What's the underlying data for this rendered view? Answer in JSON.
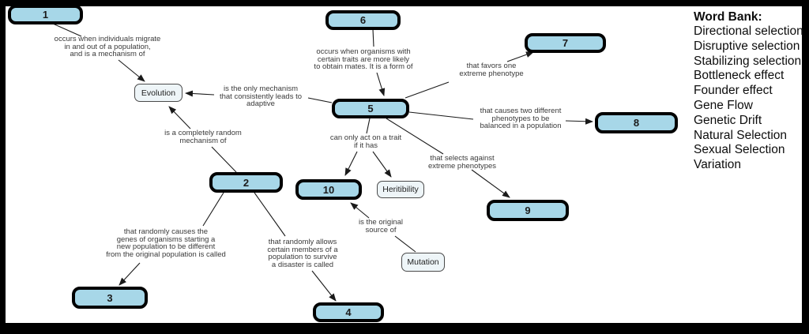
{
  "boxes": {
    "b1": "1",
    "b2": "2",
    "b3": "3",
    "b4": "4",
    "b5": "5",
    "b6": "6",
    "b7": "7",
    "b8": "8",
    "b9": "9",
    "b10": "10"
  },
  "terms": {
    "evolution": "Evolution",
    "heritibility": "Heritibility",
    "mutation": "Mutation"
  },
  "edge_labels": {
    "t1": "occurs when individuals migrate\nin and out of a population,\nand is a mechanism of",
    "t2": "occurs when organisms with\ncertain traits are more likely\nto obtain mates.  It is a form of",
    "t3": "is the only mechanism\nthat consistently leads to\nadaptive",
    "t4": "that favors one\nextreme phenotype",
    "t5": "that causes two different\nphenotypes to be\nbalanced in a population",
    "t6": "can only act on a trait\nif it has",
    "t7": "that selects against\nextreme phenotypes",
    "t8": "is a completely random\nmechanism of",
    "t9": "that randomly causes the\ngenes of organisms starting a\nnew population to be different\nfrom the original population is called",
    "t10": "that randomly allows\ncertain members of a\npopulation to survive\na disaster is called",
    "t11": "is the original\nsource of"
  },
  "word_bank": {
    "title": "Word Bank:",
    "items": [
      "Directional selection",
      "Disruptive selection",
      "Stabilizing selection",
      "Bottleneck effect",
      "Founder effect",
      "Gene Flow",
      "Genetic Drift",
      "Natural Selection",
      "Sexual Selection",
      "Variation"
    ]
  },
  "colors": {
    "box_fill": "#a7d7e8",
    "box_border": "#000000",
    "term_fill": "#eef5f8",
    "frame": "#000000",
    "line": "#1a1a1a"
  }
}
